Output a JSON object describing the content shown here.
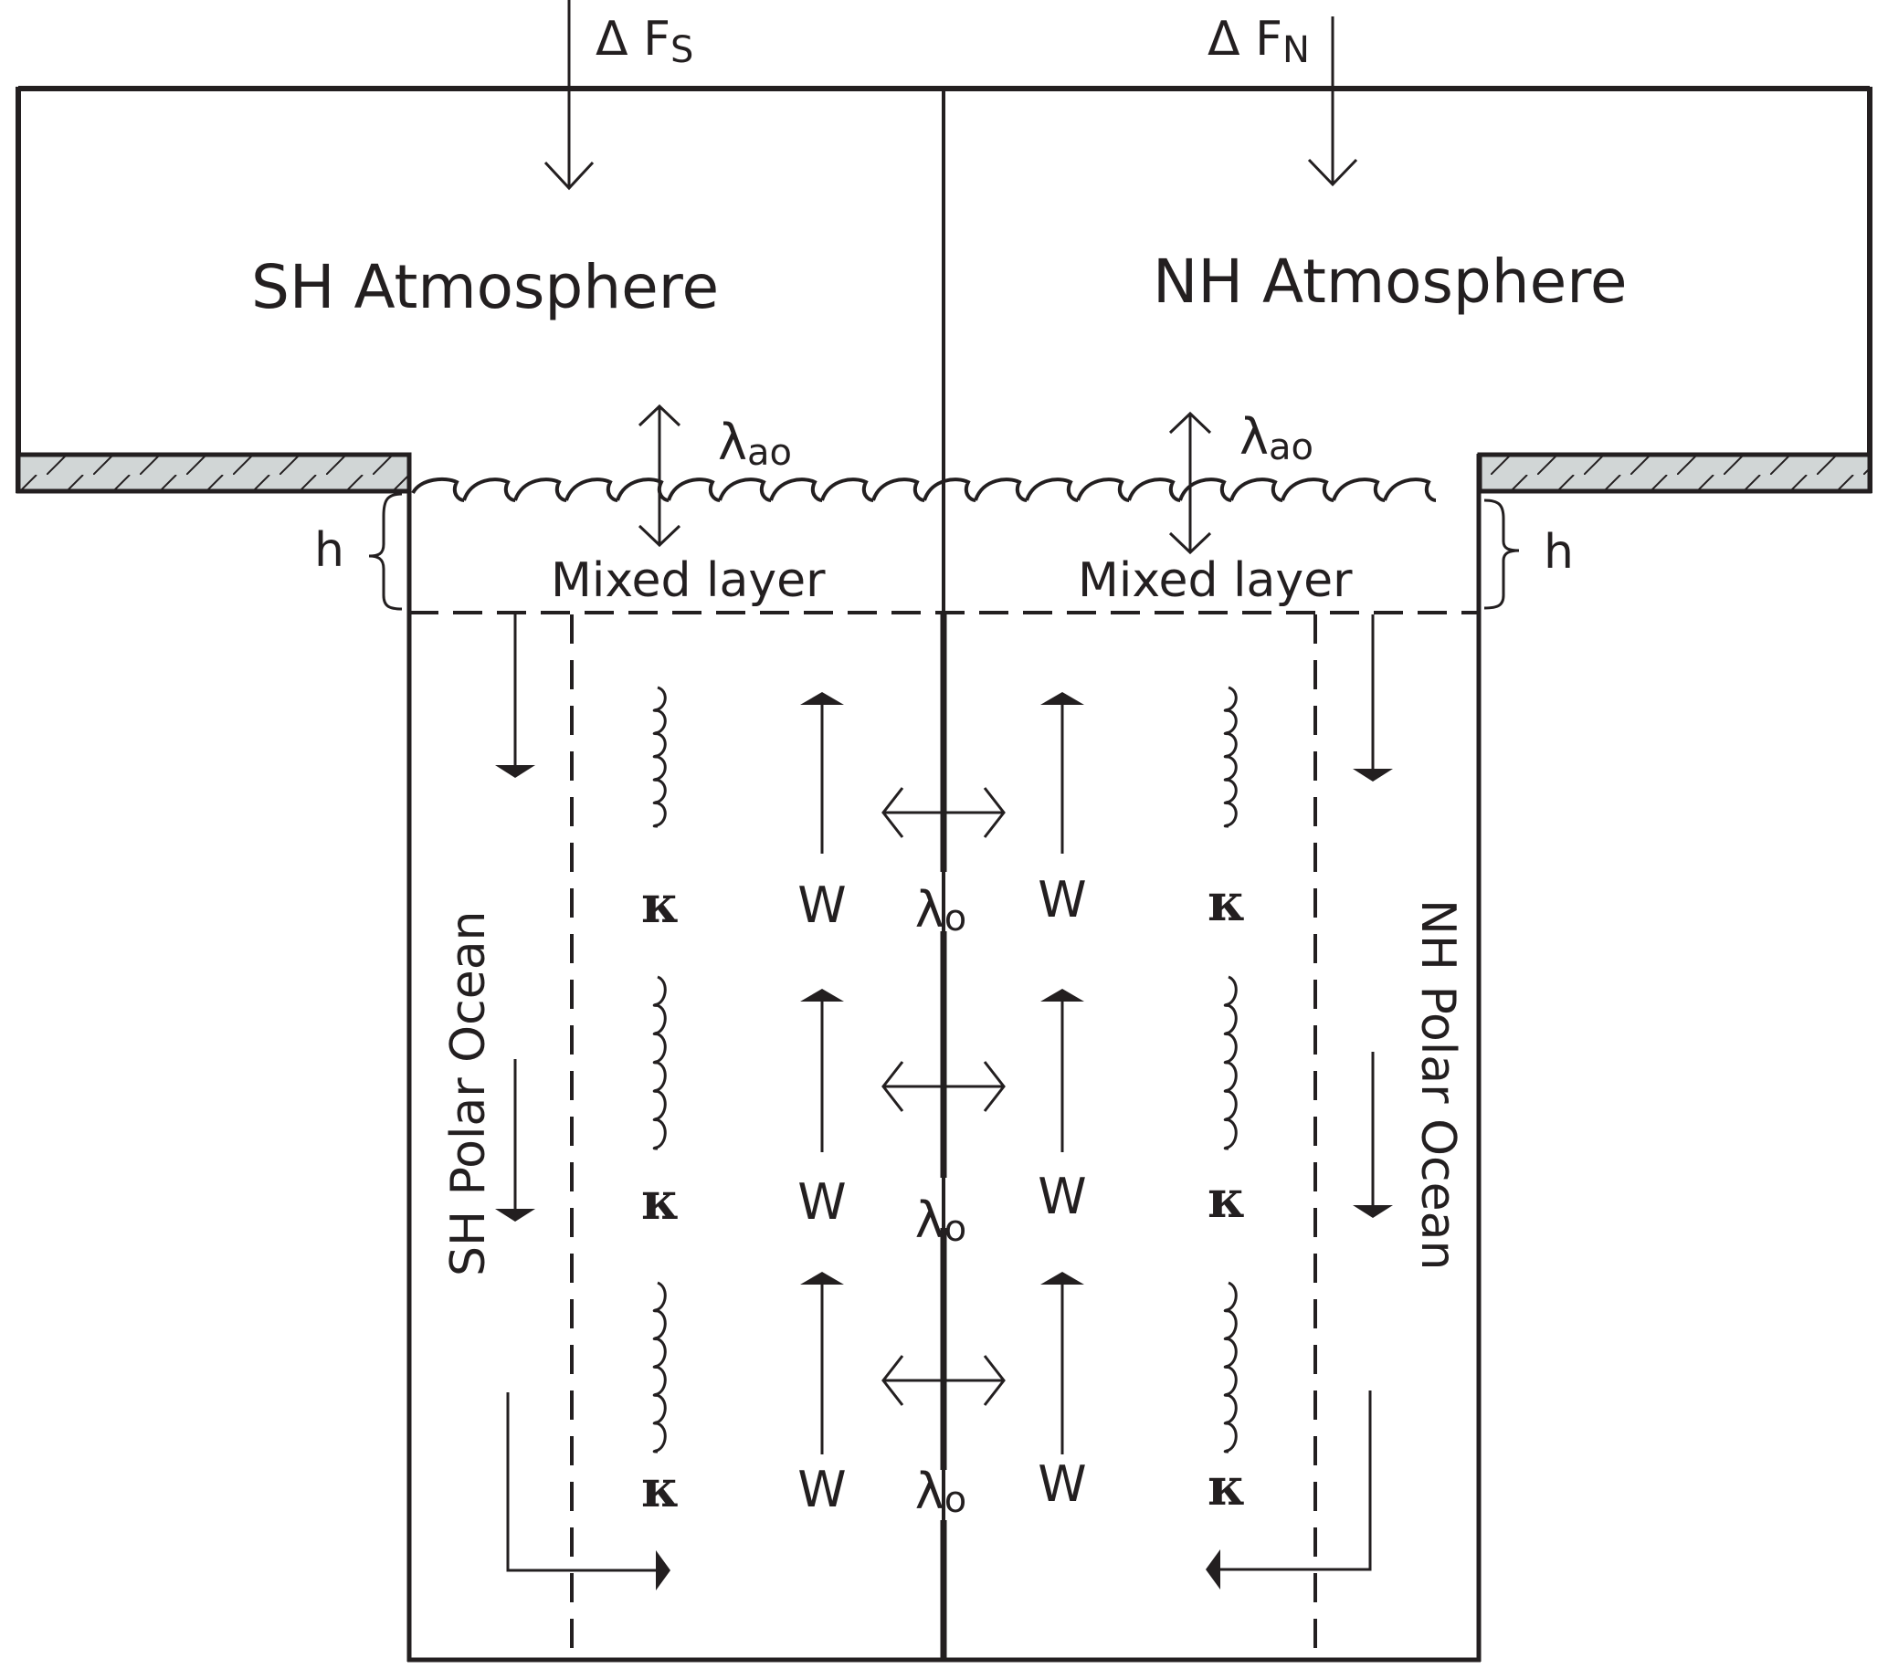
{
  "diagram": {
    "title": "Two-hemisphere atmosphere–ocean box model",
    "colors": {
      "ink": "#231f20",
      "land_fill": "#d1d6d6",
      "background": "#ffffff"
    },
    "forcing": {
      "south": {
        "symbol": "Δ",
        "var": "F",
        "sub": "S"
      },
      "north": {
        "symbol": "Δ",
        "var": "F",
        "sub": "N"
      }
    },
    "atmosphere": {
      "south_label": "SH Atmosphere",
      "north_label": "NH Atmosphere"
    },
    "air_sea": {
      "left": {
        "symbol": "λ",
        "sub": "ao"
      },
      "right": {
        "symbol": "λ",
        "sub": "ao"
      }
    },
    "mixed_layer": {
      "left_label": "Mixed layer",
      "right_label": "Mixed layer",
      "depth_left": "h",
      "depth_right": "h"
    },
    "ocean": {
      "south_label": "SH Polar Ocean",
      "north_label": "NH Polar Ocean",
      "rows": [
        {
          "kappa": "κ",
          "w": "W",
          "lambda": "λ",
          "lambda_sub": "o"
        },
        {
          "kappa": "κ",
          "w": "W",
          "lambda": "λ",
          "lambda_sub": "o"
        },
        {
          "kappa": "κ",
          "w": "W",
          "lambda": "λ",
          "lambda_sub": "o"
        }
      ]
    },
    "icons": {
      "land": "hatched-land-icon",
      "surface": "wavy-sea-surface-icon",
      "diffusion": "wavy-diffusion-icon",
      "upwelling": "up-arrow-icon",
      "downwelling": "down-arrow-icon",
      "exchange": "double-arrow-icon"
    }
  }
}
